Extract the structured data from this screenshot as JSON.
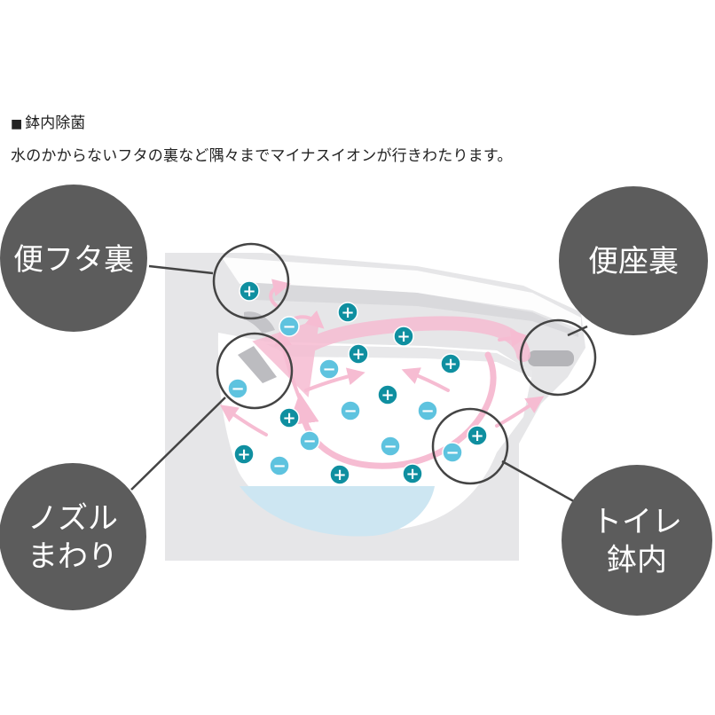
{
  "section": {
    "marker": "■",
    "title": "鉢内除菌",
    "description": "水のかからないフタの裏など隅々までマイナスイオンが行きわたります。"
  },
  "callouts": [
    {
      "id": "lid",
      "lines": [
        "便フタ裏"
      ]
    },
    {
      "id": "seat",
      "lines": [
        "便座裏"
      ]
    },
    {
      "id": "nozzle",
      "lines": [
        "ノズル",
        "まわり"
      ]
    },
    {
      "id": "bowl",
      "lines": [
        "トイレ",
        "鉢内"
      ]
    }
  ],
  "ions": {
    "positive_symbol": "+",
    "negative_symbol": "−",
    "positive_color": "#0f8fa0",
    "negative_color": "#5ec3df"
  },
  "colors": {
    "callout_fill": "#5c5c5c",
    "body_gray": "#e6e6e8",
    "water": "#cde6f2",
    "flow_pink": "#f6bcd2",
    "ring_stroke": "#444444"
  }
}
